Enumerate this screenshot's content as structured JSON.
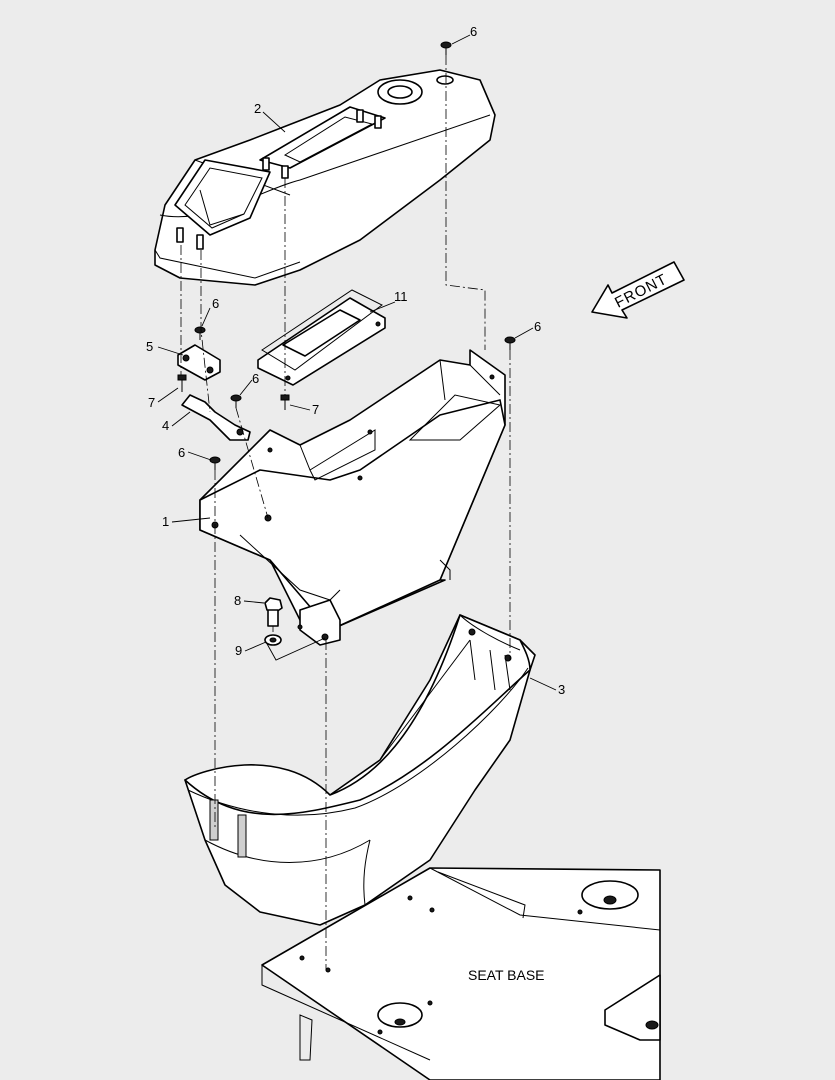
{
  "callouts": {
    "c6_top": "6",
    "c2": "2",
    "c11": "11",
    "c6_left": "6",
    "c6_right": "6",
    "c5": "5",
    "c6_mid": "6",
    "c7_left": "7",
    "c7_right": "7",
    "c4": "4",
    "c6_lower": "6",
    "c1": "1",
    "c8": "8",
    "c9": "9",
    "c3": "3"
  },
  "labels": {
    "front": "FRONT",
    "seat_base": "SEAT BASE"
  }
}
